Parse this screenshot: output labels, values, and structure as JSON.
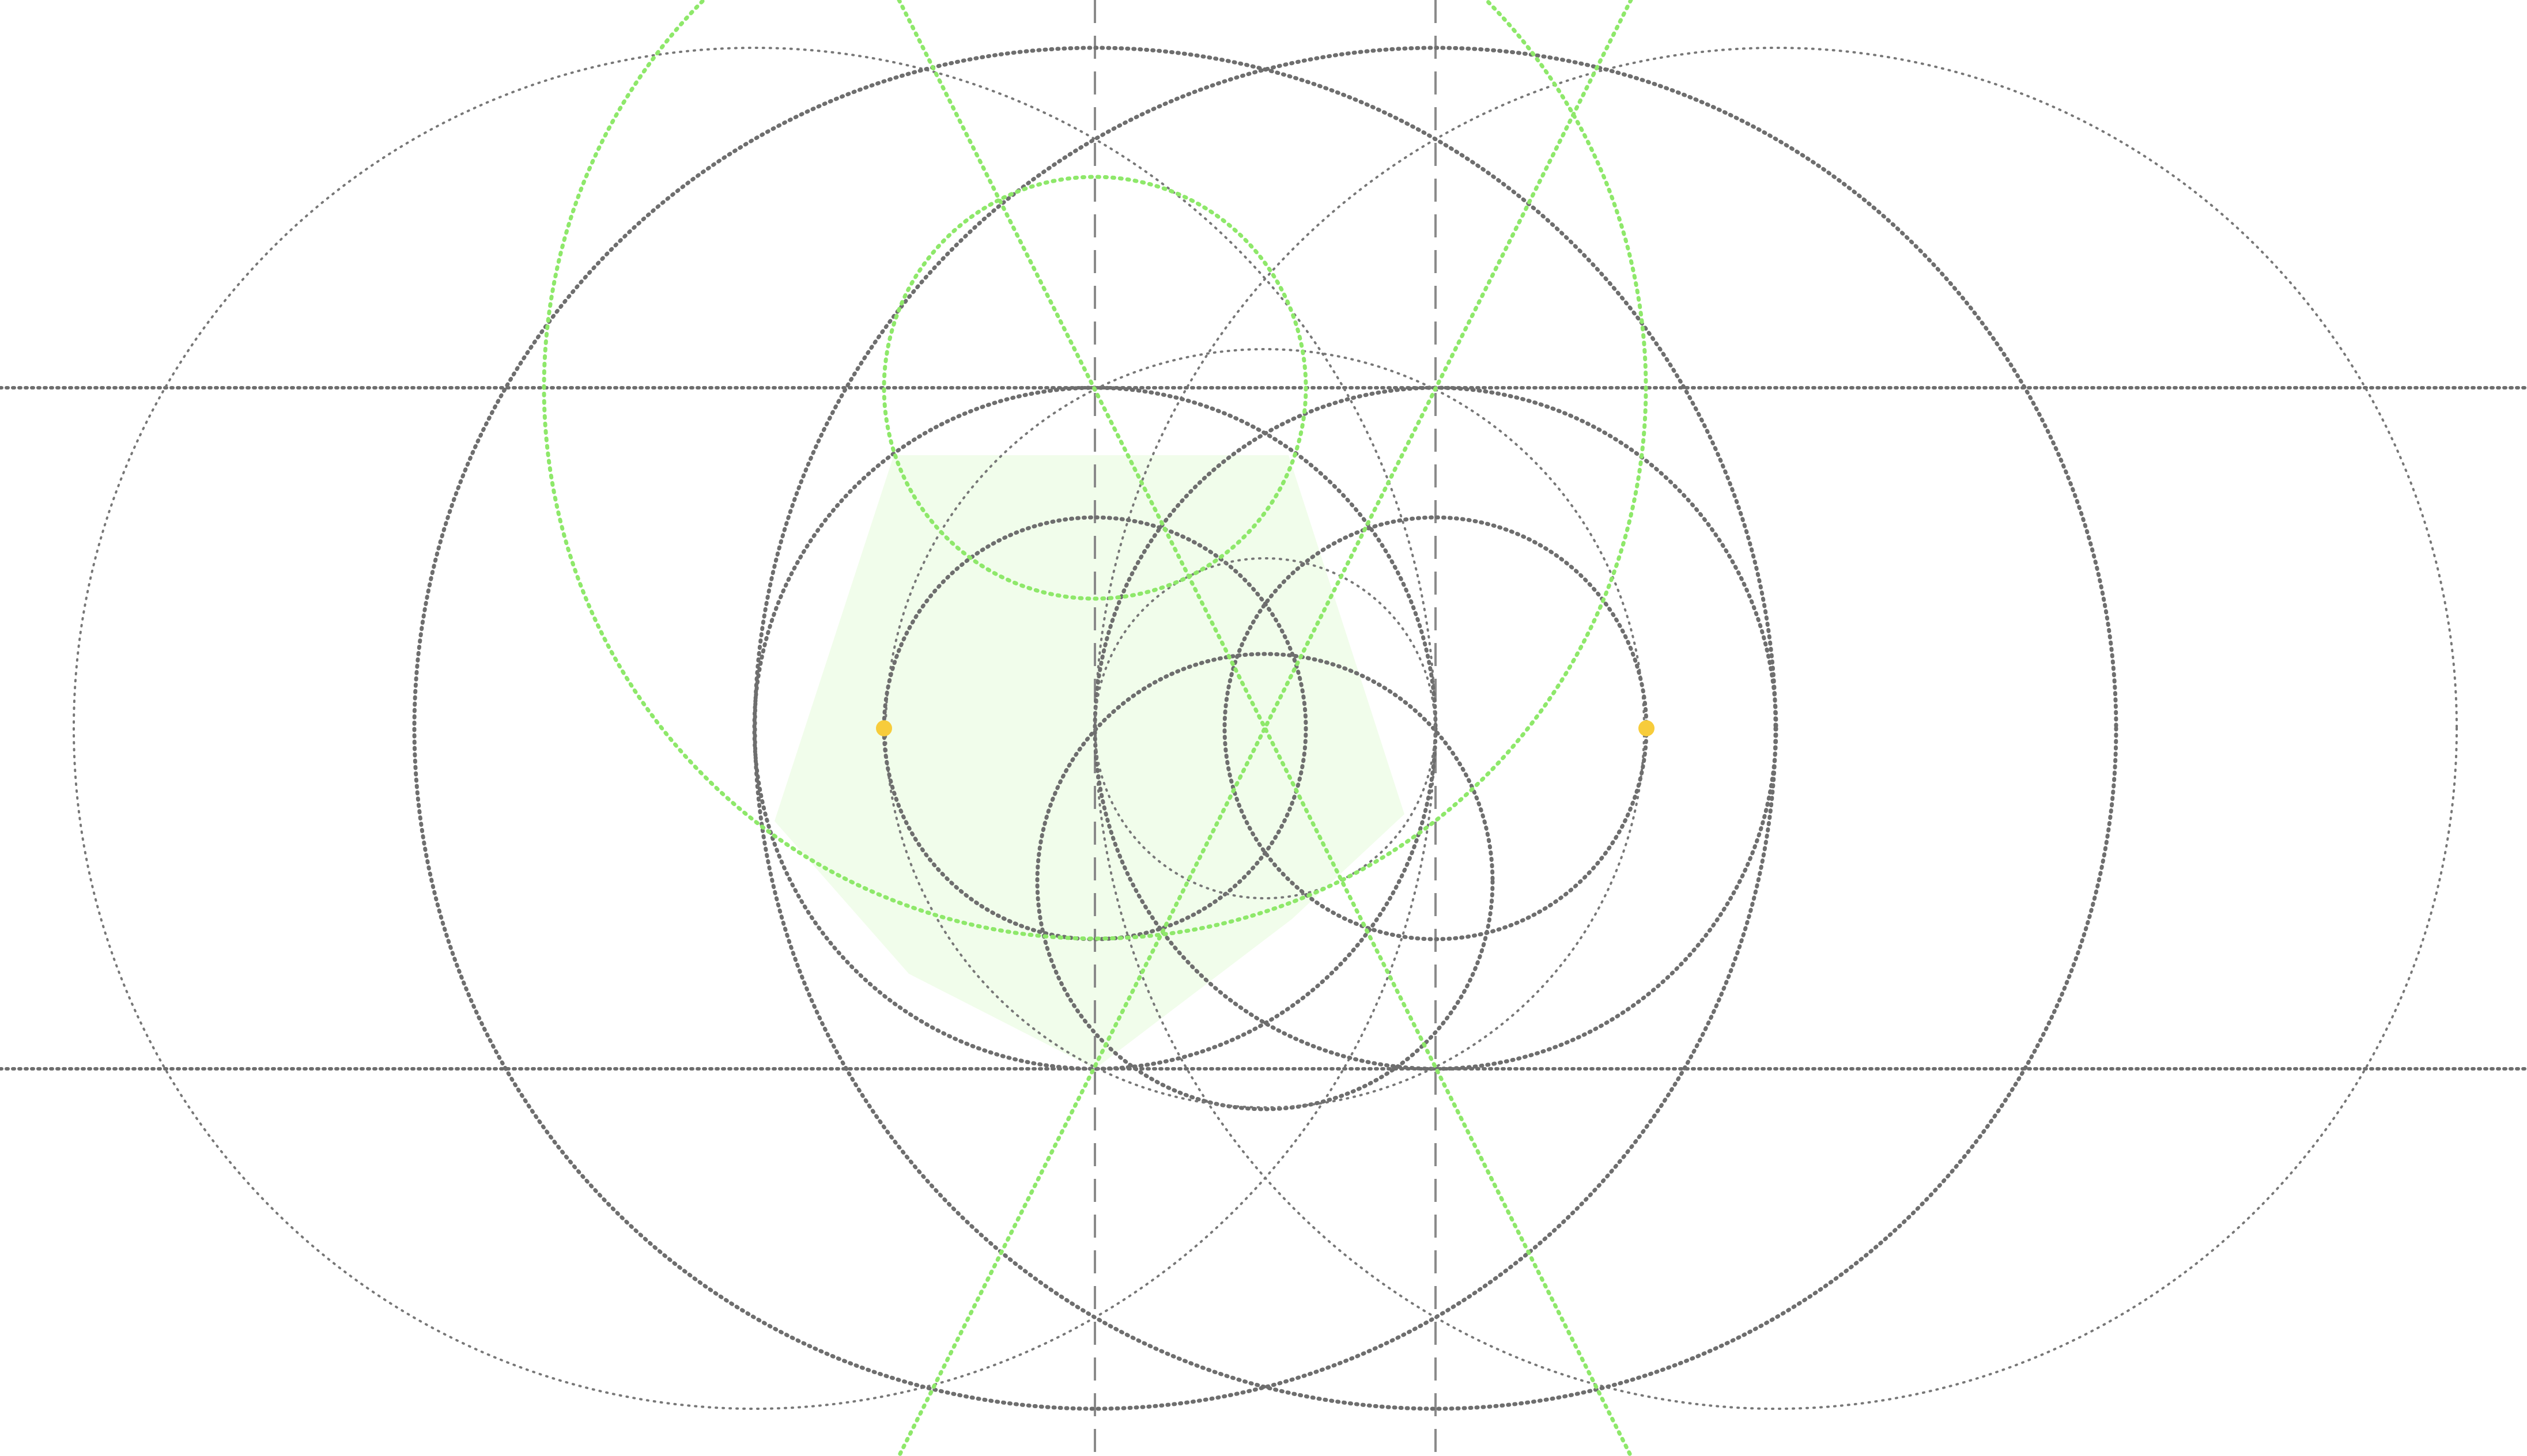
{
  "diagram": {
    "kind": "geometric-construction",
    "colors": {
      "background": "#ffffff",
      "construction_lines": "#777777",
      "guide_lines": "#8ee86a",
      "shaded_region": "#f1fdeb",
      "points": "#f7cc3b"
    },
    "elements": {
      "vertical_axes": 2,
      "horizontal_guides": 2,
      "grey_circles": 10,
      "green_circles": 2,
      "green_lines": 2,
      "shaded_polygon": 1,
      "highlighted_points": 2
    },
    "line_styles": [
      "dotted",
      "dashed"
    ],
    "text": []
  }
}
